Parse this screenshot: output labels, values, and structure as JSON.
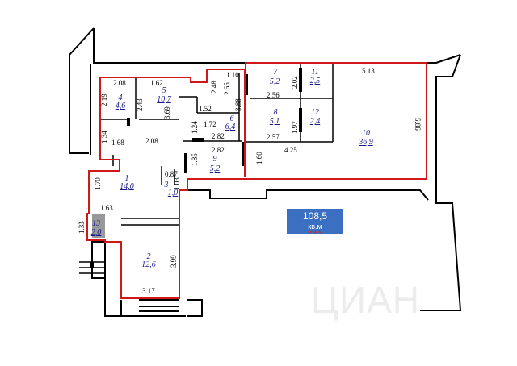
{
  "plan": {
    "total_area": {
      "value": "108,5",
      "unit": "кв.м"
    },
    "watermark": "ЦИАН",
    "colors": {
      "outline": "#d01818",
      "walls": "#000000",
      "labels": "#1a1a8c",
      "badge": "#3a6fc2"
    },
    "rooms": [
      {
        "num": "1",
        "area": "14,0"
      },
      {
        "num": "2",
        "area": "12,6"
      },
      {
        "num": "3",
        "area": "1,0"
      },
      {
        "num": "4",
        "area": "4,6"
      },
      {
        "num": "5",
        "area": "10,7"
      },
      {
        "num": "6",
        "area": "6,4"
      },
      {
        "num": "7",
        "area": "5,2"
      },
      {
        "num": "8",
        "area": "5,1"
      },
      {
        "num": "9",
        "area": "5,2"
      },
      {
        "num": "10",
        "area": "36,9"
      },
      {
        "num": "11",
        "area": "2,5"
      },
      {
        "num": "12",
        "area": "2,4"
      },
      {
        "num": "13",
        "area": "2,0"
      }
    ],
    "dimensions": [
      "2.08",
      "2.19",
      "2.43",
      "1.62",
      "2.48",
      "2.65",
      "1.10",
      "3.69",
      "1.52",
      "3.88",
      "2.56",
      "2.02",
      "5.13",
      "5.86",
      "1.34",
      "1.24",
      "1.72",
      "1.97",
      "2.08",
      "2.82",
      "2.57",
      "1.68",
      "2.82",
      "1.85",
      "1.60",
      "4.25",
      "0.87",
      "1.03",
      "1.70",
      "1.63",
      "1.33",
      "3.99",
      "3.17"
    ]
  }
}
